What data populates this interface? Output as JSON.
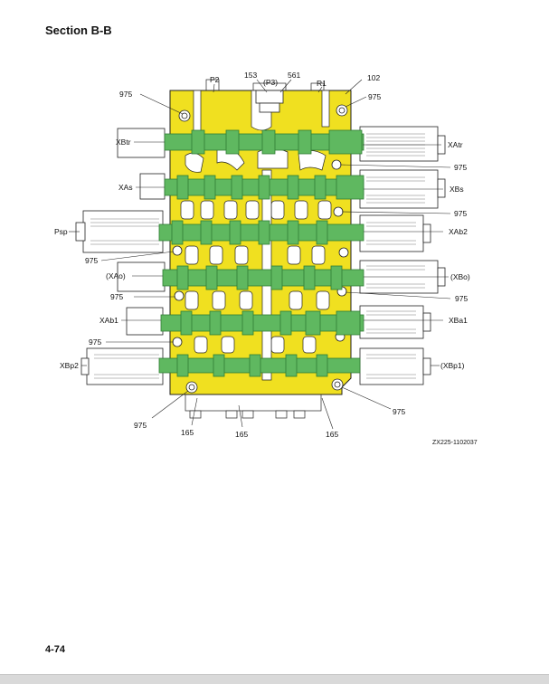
{
  "section_title": "Section B-B",
  "page_number": "4-74",
  "figure_id": "ZX225-1102037",
  "colors": {
    "body": "#f0e020",
    "spool": "#5fb860",
    "spool_dark": "#2f7d34",
    "outline": "#222222",
    "cap": "#ffffff"
  },
  "labels": {
    "p2": "P2",
    "n153": "153",
    "p3": "(P3)",
    "n561": "561",
    "r1": "R1",
    "n102": "102",
    "n975_tl": "975",
    "n975_tr": "975",
    "xbtr": "XBtr",
    "xatr": "XAtr",
    "n975_r1": "975",
    "xas": "XAs",
    "xbs": "XBs",
    "n975_r2": "975",
    "psp": "Psp",
    "xab2": "XAb2",
    "n975_l1": "975",
    "xao": "(XAo)",
    "xbo": "(XBo)",
    "n975_l2": "975",
    "n975_r3": "975",
    "xab1": "XAb1",
    "xba1": "XBa1",
    "n975_l3": "975",
    "xbp2": "XBp2",
    "xbp1": "(XBp1)",
    "n975_bl": "975",
    "n975_br": "975",
    "n165_a": "165",
    "n165_b": "165",
    "n165_c": "165"
  }
}
